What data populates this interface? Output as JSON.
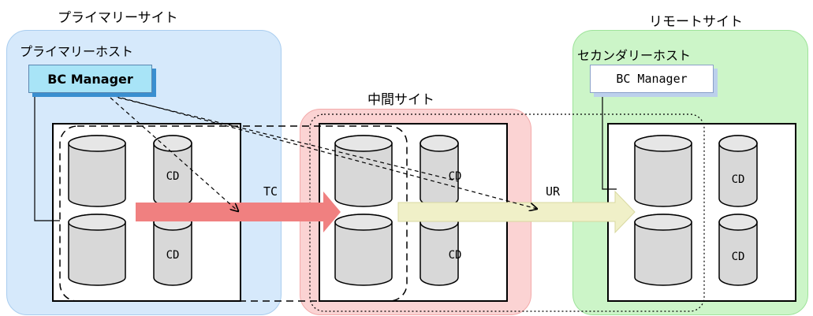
{
  "sites": {
    "primary": {
      "label": "プライマリーサイト",
      "host_label": "プライマリーホスト",
      "color": "#d6e9fb",
      "border": "#a9cdef"
    },
    "intermediate": {
      "label": "中間サイト",
      "color": "#fbd3d3",
      "border": "#f3aaaa"
    },
    "remote": {
      "label": "リモートサイト",
      "host_label": "セカンダリーホスト",
      "color": "#ccf5c8",
      "border": "#9ee39a"
    }
  },
  "bc_manager": {
    "primary_label": "BC Manager",
    "secondary_label": "BC Manager"
  },
  "volume_label": "CD",
  "copy": {
    "tc_label": "TC",
    "ur_label": "UR",
    "tc_color": "#f08080",
    "ur_color": "#f0f0c8"
  }
}
